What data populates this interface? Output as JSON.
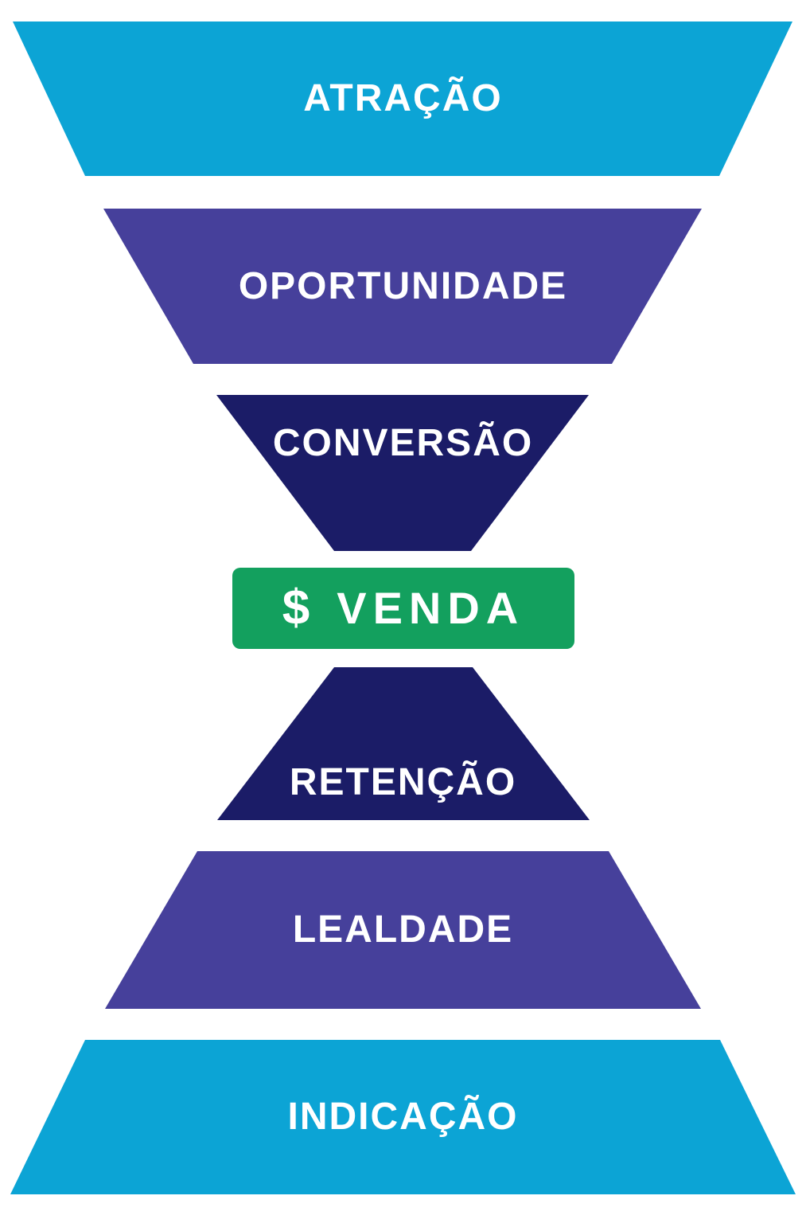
{
  "funnel": {
    "background": "#ffffff",
    "text_color": "#ffffff",
    "stages": [
      {
        "name": "atracao",
        "label": "ATRAÇÃO",
        "color": "#0ca4d5"
      },
      {
        "name": "oportunidade",
        "label": "OPORTUNIDADE",
        "color": "#46409b"
      },
      {
        "name": "conversao",
        "label": "CONVERSÃO",
        "color": "#1b1c67"
      },
      {
        "name": "retencao",
        "label": "RETENÇÃO",
        "color": "#1b1c67"
      },
      {
        "name": "lealdade",
        "label": "LEALDADE",
        "color": "#46409b"
      },
      {
        "name": "indicacao",
        "label": "INDICAÇÃO",
        "color": "#0ca4d5"
      }
    ],
    "sale": {
      "currency_icon": "$",
      "label": "VENDA",
      "color": "#13a05e"
    }
  }
}
